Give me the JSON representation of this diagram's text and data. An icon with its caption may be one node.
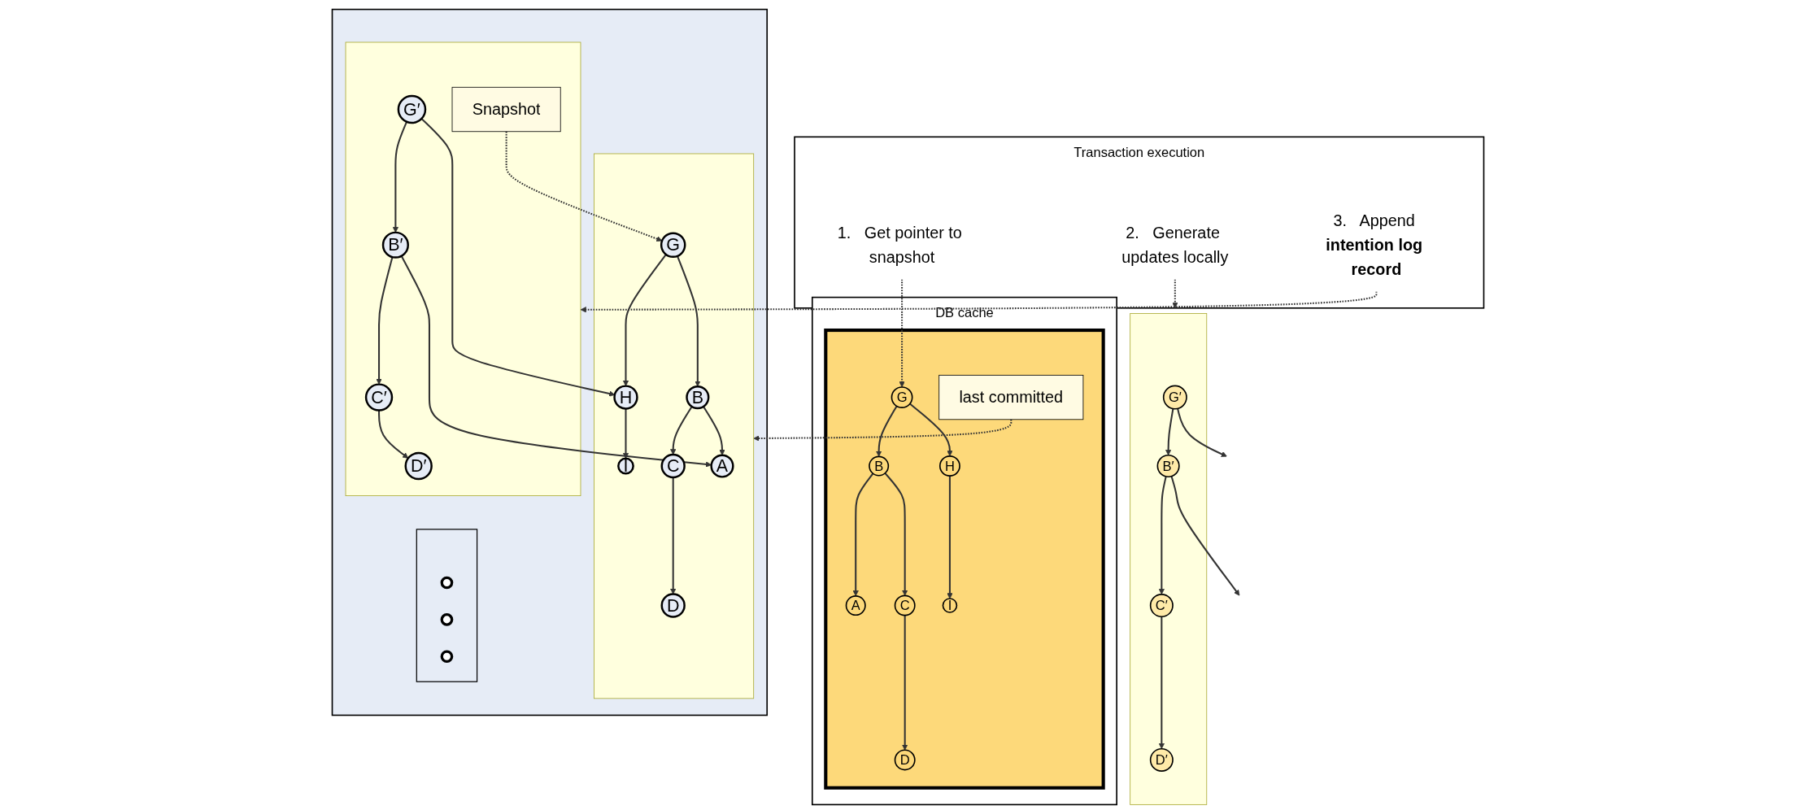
{
  "diagram": {
    "nodes": [
      {
        "text": [
          "DB cache"
        ]
      },
      {
        "text": [],
        "shape": "box",
        "in": 0
      },
      {
        "text": [
          "G"
        ],
        "in": 1
      },
      {
        "text": [
          "B"
        ],
        "in": 1
      },
      {
        "text": [
          "H"
        ],
        "in": 1
      },
      {
        "text": [
          "A"
        ],
        "in": 1
      },
      {
        "text": [
          "C"
        ],
        "in": 1
      },
      {
        "text": [
          "I"
        ],
        "in": 1
      },
      {
        "text": [
          "D"
        ],
        "in": 1
      },
      {
        "text": [
          "last committed"
        ],
        "in": 1
      },
      {
        "text": [
          "Transaction execution"
        ]
      },
      {
        "text": [
          "1.   Get pointer to snapshot"
        ],
        "in": 10
      },
      {
        "text": [
          "2.   Generate updates locally"
        ],
        "in": 10
      },
      {
        "text": [
          "3.   Append **intention log record**"
        ],
        "in": 10
      },
      {
        "text": [],
        "shape": "box"
      },
      {
        "text": [
          "G′"
        ],
        "in": 14
      },
      {
        "text": [
          "B′"
        ],
        "in": 14
      },
      {
        "text": [
          "C′"
        ],
        "in": 14
      },
      {
        "text": [
          "D′"
        ],
        "in": 14
      },
      {
        "text": [],
        "shape": "bar"
      },
      {
        "text": [],
        "shape": "box",
        "in": 19
      },
      {
        "text": [],
        "shape": "box",
        "in": 19
      },
      {
        "text": [],
        "shape": "box",
        "in": 19
      },
      {
        "text": [
          "A"
        ],
        "in": 20
      },
      {
        "text": [
          "D"
        ],
        "in": 20
      },
      {
        "text": [
          "C"
        ],
        "in": 20
      },
      {
        "text": [
          "B"
        ],
        "in": 20
      },
      {
        "text": [
          "I"
        ],
        "in": 20
      },
      {
        "text": [
          "H"
        ],
        "in": 20
      },
      {
        "text": [
          "G"
        ],
        "in": 20
      },
      {
        "text": [],
        "shape": "circle",
        "in": 21
      },
      {
        "text": [],
        "shape": "circle",
        "in": 21
      },
      {
        "text": [],
        "shape": "circle",
        "in": 21
      },
      {
        "text": [
          "D′"
        ],
        "in": 22
      },
      {
        "text": [
          "C′"
        ],
        "in": 22
      },
      {
        "text": [
          "B′"
        ],
        "in": 22
      },
      {
        "text": [
          "G′"
        ],
        "in": 22
      },
      {
        "text": [
          "Snapshot"
        ],
        "in": 22
      }
    ],
    "edges": [
      {
        "from": 2,
        "to": 3,
        "arrow": "to"
      },
      {
        "from": 2,
        "to": 4,
        "arrow": "to"
      },
      {
        "from": 3,
        "to": 5,
        "arrow": "to"
      },
      {
        "from": 3,
        "to": 6,
        "arrow": "to"
      },
      {
        "from": 4,
        "to": 7,
        "arrow": "to"
      },
      {
        "from": 6,
        "to": 8,
        "arrow": "to"
      },
      {
        "from": 11,
        "to": 2,
        "arrow": "to",
        "style": "dashed"
      },
      {
        "from": 12,
        "to": 14,
        "arrow": "to",
        "style": "dashed"
      },
      {
        "from": 13,
        "to": 22,
        "arrow": "to",
        "style": "dashed"
      },
      {
        "from": 9,
        "to": 20,
        "arrow": "to",
        "style": "dashed"
      },
      {
        "from": 15,
        "to": 16,
        "arrow": "to"
      },
      {
        "from": 16,
        "to": 17,
        "arrow": "to"
      },
      {
        "from": 17,
        "to": 18,
        "arrow": "to"
      },
      {
        "from": 15,
        "to": null,
        "arrow": "to"
      },
      {
        "from": 16,
        "to": null,
        "arrow": "to"
      },
      {
        "from": 25,
        "to": 24,
        "arrow": "to"
      },
      {
        "from": 26,
        "to": 25,
        "arrow": "to"
      },
      {
        "from": 28,
        "to": 27,
        "arrow": "to"
      },
      {
        "from": 29,
        "to": 28,
        "arrow": "to"
      },
      {
        "from": 26,
        "to": 23,
        "arrow": "to"
      },
      {
        "from": 29,
        "to": 26,
        "arrow": "to"
      },
      {
        "from": 34,
        "to": 33,
        "arrow": "to"
      },
      {
        "from": 35,
        "to": 34,
        "arrow": "to"
      },
      {
        "from": 36,
        "to": 35,
        "arrow": "to"
      },
      {
        "from": 36,
        "to": 28,
        "arrow": "to"
      },
      {
        "from": 35,
        "to": 23,
        "arrow": "to"
      },
      {
        "from": 37,
        "to": 29,
        "arrow": "to",
        "style": "dashed"
      }
    ]
  }
}
